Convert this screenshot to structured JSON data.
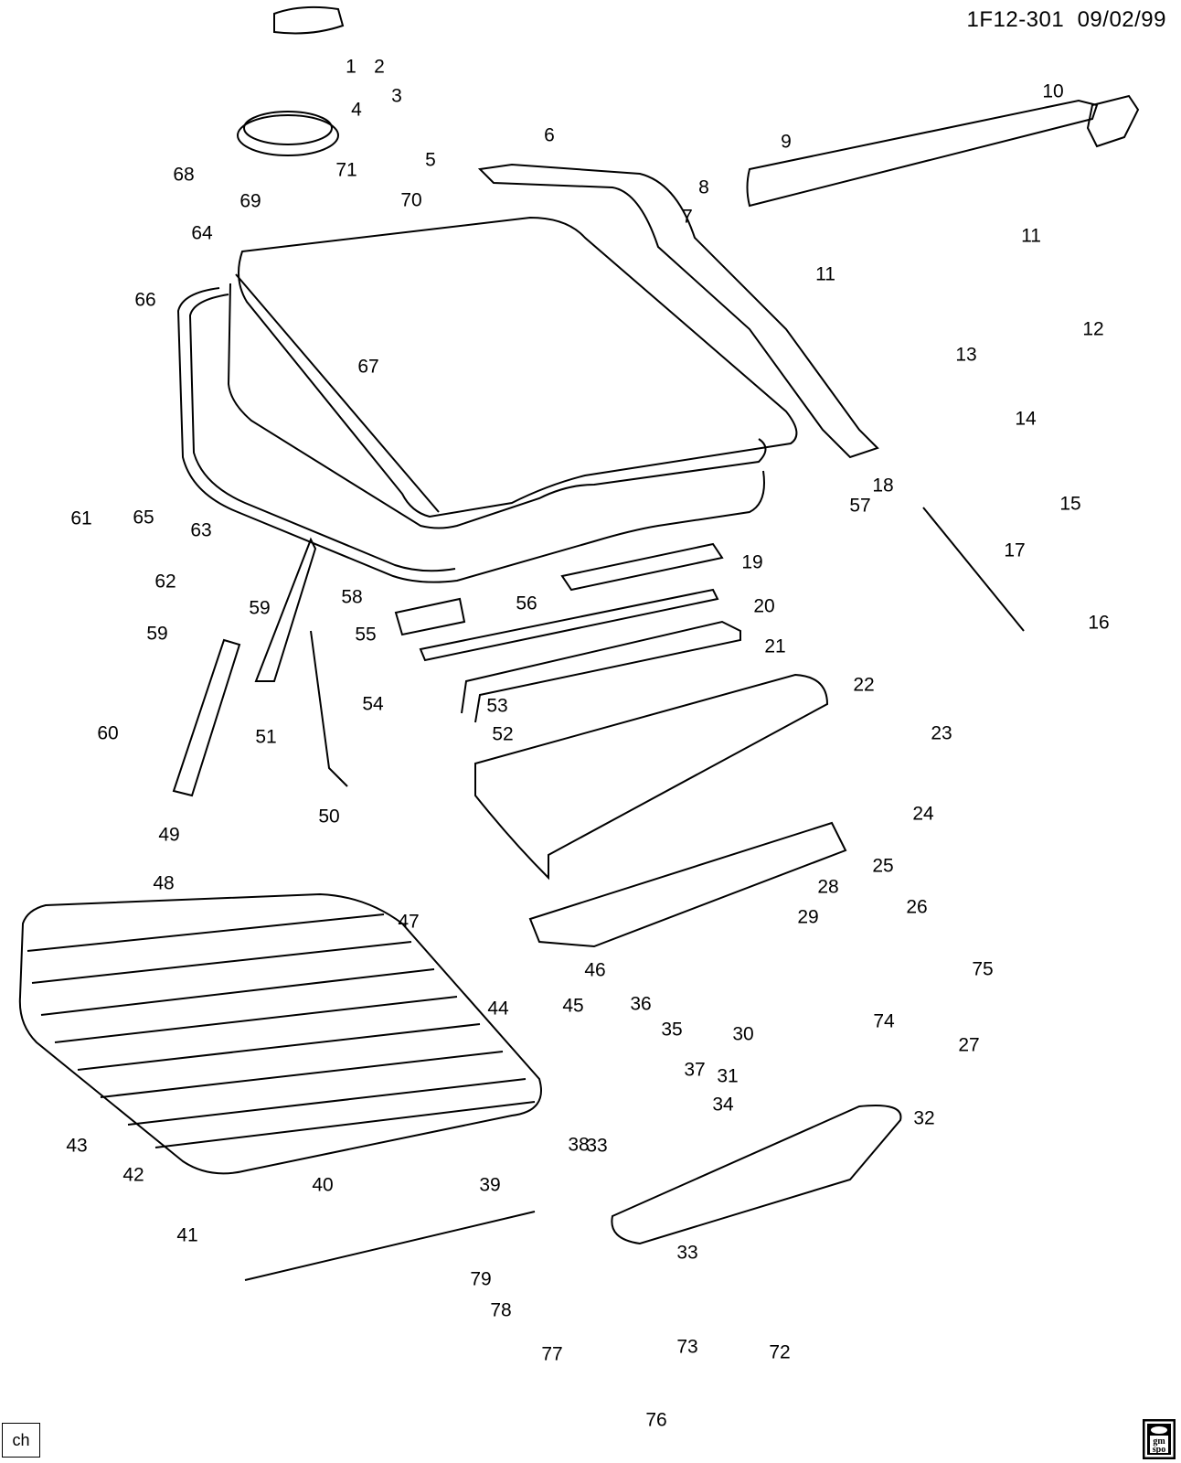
{
  "header": {
    "code": "1F12-301",
    "date": "09/02/99"
  },
  "corner_label": "ch",
  "logo": {
    "line1": "gm",
    "line2": "spo"
  },
  "callouts": [
    "1",
    "2",
    "3",
    "4",
    "5",
    "6",
    "7",
    "8",
    "9",
    "10",
    "11",
    "11",
    "12",
    "13",
    "14",
    "15",
    "16",
    "17",
    "18",
    "19",
    "20",
    "21",
    "22",
    "23",
    "24",
    "25",
    "26",
    "27",
    "28",
    "29",
    "30",
    "31",
    "32",
    "33",
    "33",
    "34",
    "35",
    "36",
    "37",
    "38",
    "39",
    "40",
    "41",
    "42",
    "43",
    "44",
    "45",
    "46",
    "47",
    "48",
    "49",
    "50",
    "51",
    "52",
    "53",
    "54",
    "55",
    "56",
    "57",
    "58",
    "59",
    "59",
    "60",
    "61",
    "62",
    "63",
    "64",
    "65",
    "66",
    "67",
    "68",
    "69",
    "70",
    "71",
    "72",
    "73",
    "74",
    "75",
    "76",
    "77",
    "78",
    "79"
  ]
}
